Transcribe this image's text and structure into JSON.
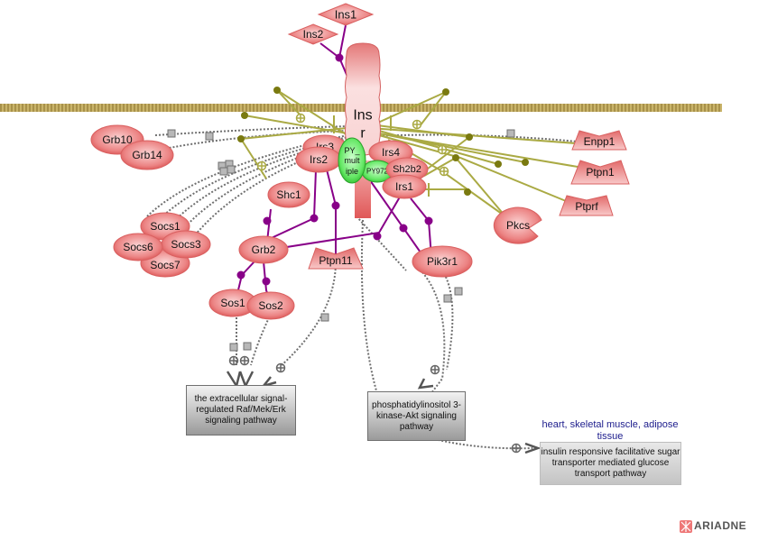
{
  "diagram": {
    "title": "Insulin receptor signaling",
    "colors": {
      "protein_fill": "#e86c6c",
      "complex_fill": "#3fd23f",
      "membrane": "#b8a460",
      "regulation_edge": "#aaaa44",
      "binding_edge": "#880088",
      "expression_edge": "#707070",
      "tissue_label": "#1c1c8c"
    },
    "nodes": {
      "ins1": "Ins1",
      "ins2": "Ins2",
      "insr": "Ins r",
      "irs3": "Irs3",
      "irs2": "Irs2",
      "irs4": "Irs4",
      "sh2b2": "Sh2b2",
      "irs1": "Irs1",
      "py_multiple": "PY_ mult iple",
      "py972": "PY972",
      "grb10": "Grb10",
      "grb14": "Grb14",
      "shc1": "Shc1",
      "socs1": "Socs1",
      "socs6": "Socs6",
      "socs3": "Socs3",
      "socs7": "Socs7",
      "grb2": "Grb2",
      "ptpn11": "Ptpn11",
      "pik3r1": "Pik3r1",
      "sos1": "Sos1",
      "sos2": "Sos2",
      "enpp1": "Enpp1",
      "ptpn1": "Ptpn1",
      "ptprf": "Ptprf",
      "pkcs": "Pkcs"
    },
    "pathways": {
      "erk": "the extracellular signal-regulated Raf/Mek/Erk signaling pathway",
      "akt": "phosphatidylinositol 3-kinase-Akt signaling pathway",
      "glut": "insulin responsive facilitative sugar transporter mediated glucose transport pathway"
    },
    "tissue_label": "heart, skeletal muscle, adipose tissue",
    "logo": "ARIADNE"
  }
}
